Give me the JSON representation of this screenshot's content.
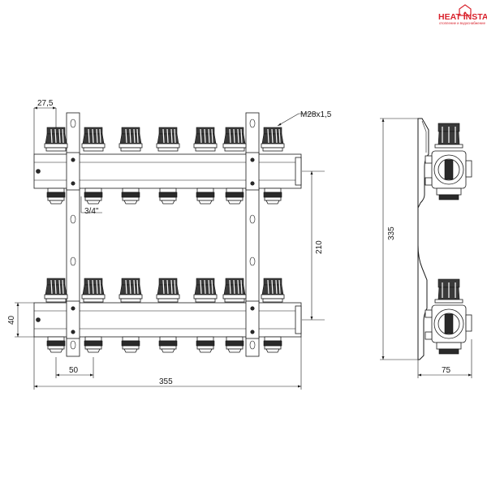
{
  "logo": {
    "text": "HEAT INSTALL",
    "tagline": "отопление и водоснабжение",
    "color": "#d9232d"
  },
  "dimensions": {
    "spacing_top": "27,5",
    "thread_note": "M28x1,5",
    "connection_size": "3/4\"",
    "height_axis_distance": "210",
    "height_body": "40",
    "spacing_bottom": "50",
    "total_width": "355",
    "total_height_side": "335",
    "depth_side": "75"
  }
}
